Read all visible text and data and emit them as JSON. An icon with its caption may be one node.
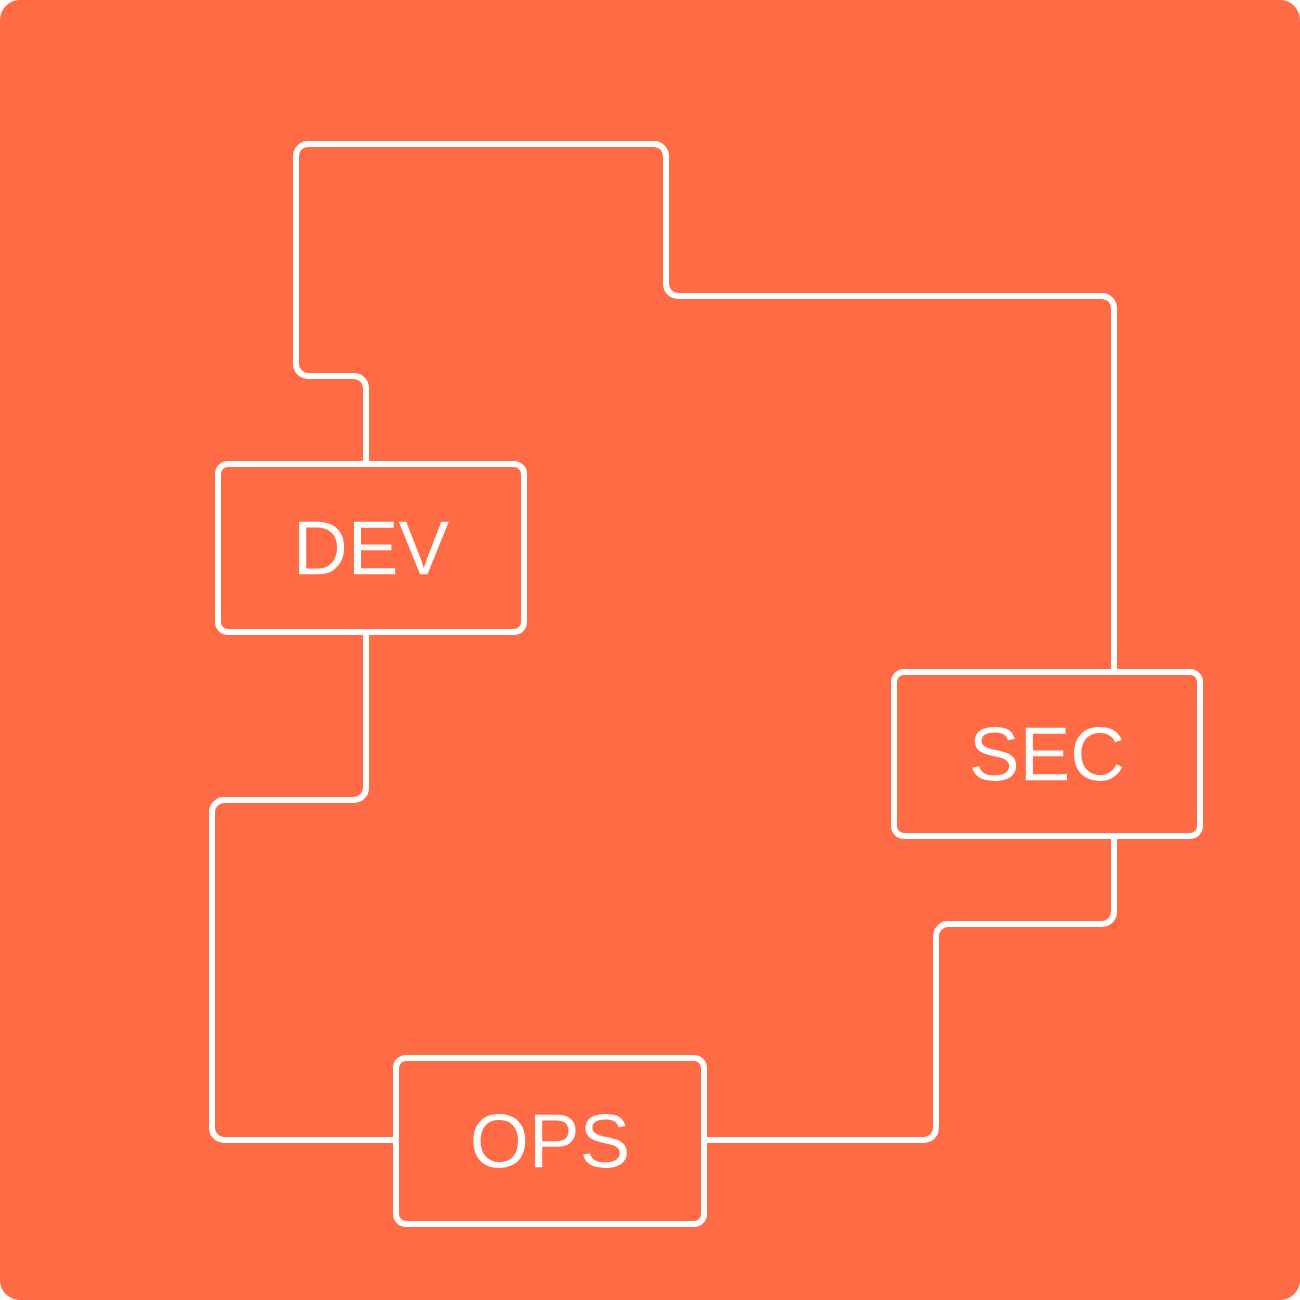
{
  "diagram": {
    "nodes": [
      {
        "text": [
          "DEV"
        ]
      },
      {
        "text": [
          "SEC"
        ]
      },
      {
        "text": [
          "OPS"
        ]
      }
    ],
    "edges": [
      {
        "from": 0,
        "to": 1,
        "arrow": "none"
      },
      {
        "from": 1,
        "to": 2,
        "arrow": "none"
      },
      {
        "from": 2,
        "to": 0,
        "arrow": "none"
      }
    ]
  }
}
